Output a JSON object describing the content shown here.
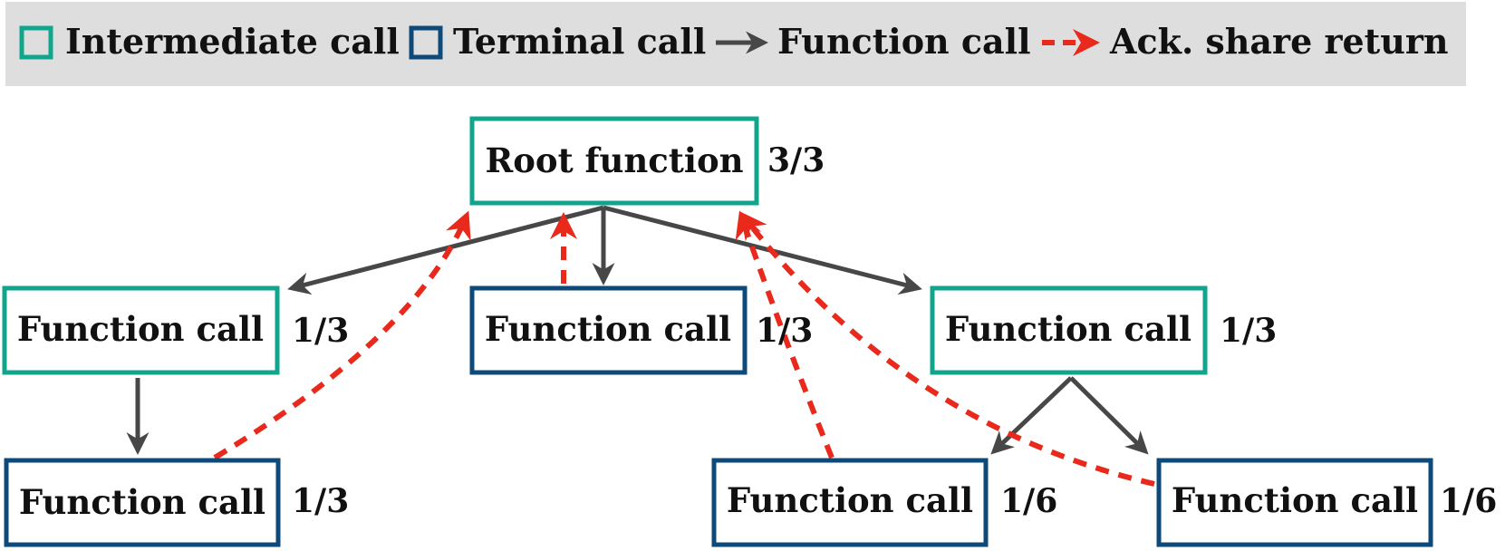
{
  "legend": {
    "intermediate_label": "Intermediate call",
    "terminal_label": "Terminal call",
    "function_call_label": "Function call",
    "ack_label": "Ack. share return"
  },
  "colors": {
    "intermediate": "#12a58e",
    "terminal": "#0d4a7a",
    "call_arrow": "#474747",
    "ack_arrow": "#e8291c",
    "legend_bg": "#dedede"
  },
  "nodes": {
    "root": {
      "label": "Root function",
      "share": "3/3",
      "kind": "intermediate"
    },
    "left": {
      "label": "Function call",
      "share": "1/3",
      "kind": "intermediate"
    },
    "middle": {
      "label": "Function call",
      "share": "1/3",
      "kind": "terminal"
    },
    "right": {
      "label": "Function call",
      "share": "1/3",
      "kind": "intermediate"
    },
    "left_child": {
      "label": "Function call",
      "share": "1/3",
      "kind": "terminal"
    },
    "right_child_a": {
      "label": "Function call",
      "share": "1/6",
      "kind": "terminal"
    },
    "right_child_b": {
      "label": "Function call",
      "share": "1/6",
      "kind": "terminal"
    }
  }
}
